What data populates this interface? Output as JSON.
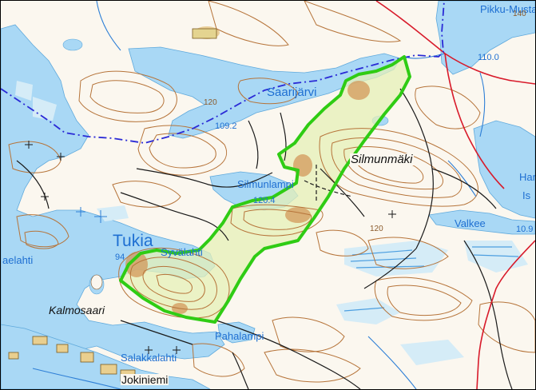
{
  "map": {
    "lakes": {
      "tukia": "Tukia",
      "saarijarvi": "Saarijärvi",
      "silmunlampi": "Silmunlampi",
      "pikku_musta": "Pikku-Musta",
      "valkee": "Valkee",
      "haapalahti": "aelahti",
      "hari": "Hari",
      "hari_is": "Is",
      "pahalampi": "Pahalampi"
    },
    "places": {
      "silmunmaki": "Silmunmäki",
      "kalmosaari": "Kalmosaari",
      "salakkalahti": "Salakkalahti",
      "jokiniemi": "Jokiniemi",
      "syvalahti": "Syvälahti"
    },
    "elevations": {
      "saarijarvi_level": "109.2",
      "silmunlampi_level": "120.4",
      "pikku_musta_level": "110.0",
      "tukia_level": "94",
      "valkee_level": "10.9",
      "contour_120_north": "120",
      "contour_120_east": "120",
      "spot_140": "140"
    },
    "colors": {
      "water": "#a9d8f5",
      "marsh": "#d5ecf7",
      "contour": "#b6743a",
      "hill_fill": "#d3985a",
      "protected_area_outline": "#2fcc14",
      "protected_area_fill": "#e6f0b7",
      "municipal_boundary": "#2a2ad6",
      "main_road": "#d81a2a",
      "stream": "#2e7fd6"
    }
  }
}
